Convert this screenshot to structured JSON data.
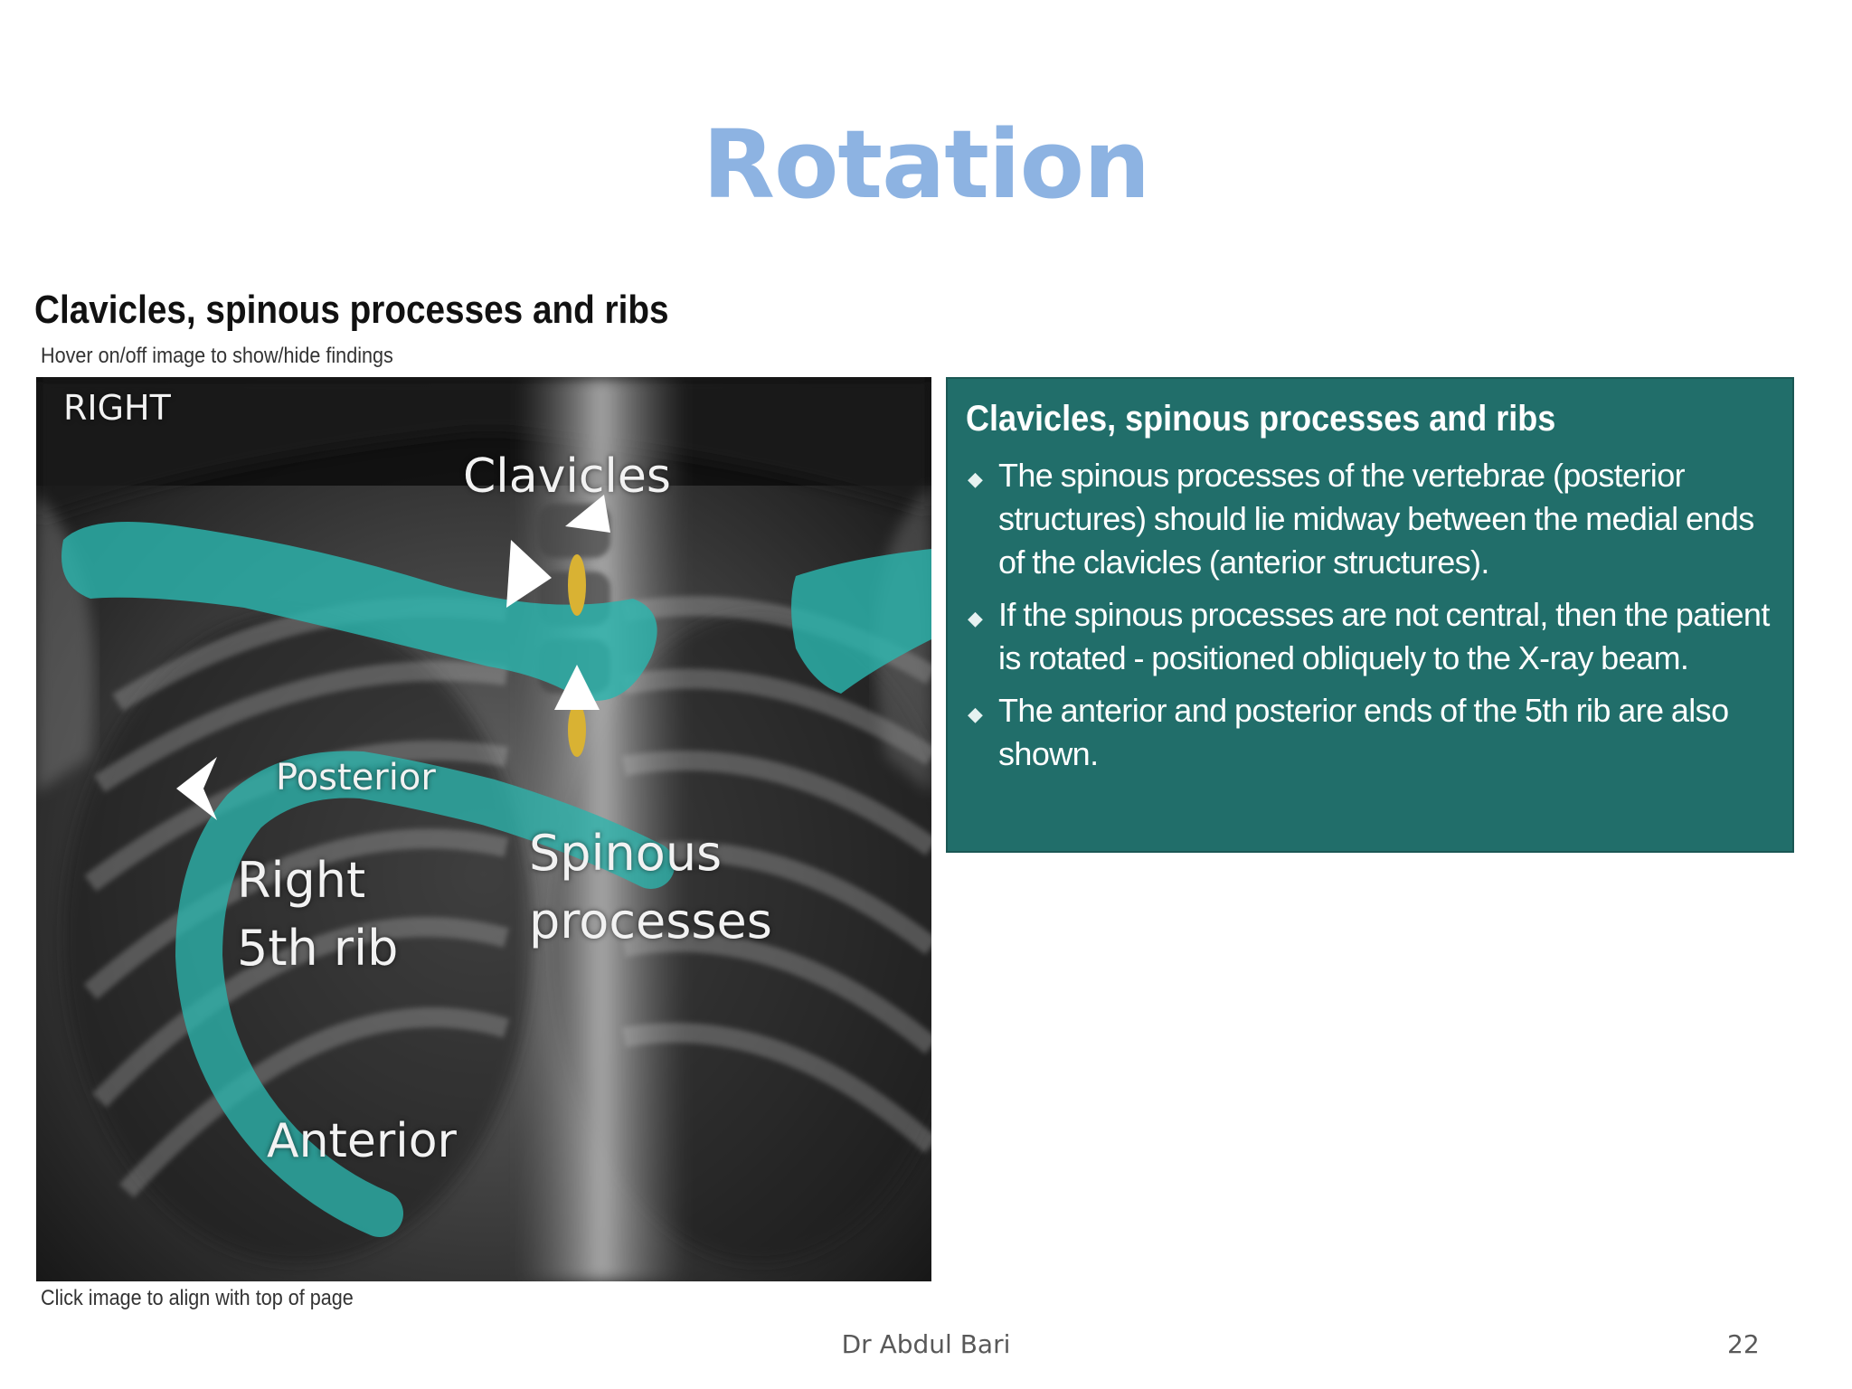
{
  "slide": {
    "title": "Rotation",
    "section_heading": "Clavicles, spinous processes and ribs",
    "hint_top": "Hover on/off image to show/hide findings",
    "hint_bottom": "Click image to align with top of page"
  },
  "xray_labels": {
    "side": "RIGHT",
    "clavicles": "Clavicles",
    "posterior": "Posterior",
    "right": "Right",
    "fifth_rib": "5th rib",
    "spinous": "Spinous",
    "processes": "processes",
    "anterior": "Anterior"
  },
  "info_panel": {
    "title": "Clavicles, spinous processes and ribs",
    "items": [
      "The spinous processes of the vertebrae (posterior structures) should lie midway between the medial ends of the clavicles (anterior structures).",
      "If the spinous processes are not central, then the patient is rotated - positioned obliquely to the X-ray beam.",
      "The anterior and posterior ends of the 5th rib are also shown."
    ]
  },
  "footer": {
    "author": "Dr Abdul Bari",
    "page_number": "22"
  },
  "colors": {
    "title": "#8db3e2",
    "panel": "#216e6a",
    "overlay_teal": "#2bb5ad",
    "spinous_marker": "#d9b233"
  }
}
